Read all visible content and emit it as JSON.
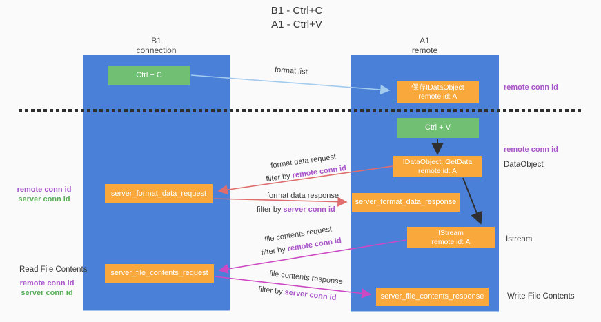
{
  "title": {
    "line1": "B1 - Ctrl+C",
    "line2": "A1 - Ctrl+V"
  },
  "lanes": {
    "left": {
      "header_line1": "B1",
      "header_line2": "connection"
    },
    "right": {
      "header_line1": "A1",
      "header_line2": "remote"
    }
  },
  "nodes": {
    "ctrl_c": {
      "label": "Ctrl + C"
    },
    "save_dataobject": {
      "line1": "保存IDataObject",
      "line2": "remote id: A"
    },
    "ctrl_v": {
      "label": "Ctrl + V"
    },
    "getdata": {
      "line1": "IDataObject::GetData",
      "line2": "remote id: A"
    },
    "format_request": {
      "label": "server_format_data_request"
    },
    "format_response": {
      "label": "server_format_data_response"
    },
    "istream": {
      "line1": "IStream",
      "line2": "remote id: A"
    },
    "file_request": {
      "label": "server_file_contents_request"
    },
    "file_response": {
      "label": "server_file_contents_response"
    }
  },
  "strings": {
    "filter_by": "filter by",
    "remote_conn_id": "remote conn id",
    "server_conn_id": "server conn id"
  },
  "flow_labels": {
    "format_list": "format list",
    "format_data_request": "format data request",
    "format_data_response": "format data response",
    "file_contents_request": "file contents request",
    "file_contents_response": "file contents response"
  },
  "side_labels": {
    "dataobject": "DataObject",
    "istream": "Istream",
    "read_file_contents": "Read File Contents",
    "write_file_contents": "Write File Contents"
  },
  "colors": {
    "background": "#fafafa",
    "lane_blue": "#4a80d8",
    "node_orange": "#f9a83c",
    "node_green": "#70bf73",
    "arrow_light_blue": "#a3cbee",
    "arrow_red": "#e06d6d",
    "arrow_magenta": "#cc49c3",
    "arrow_black": "#2f2f2f",
    "text_purple": "#a855c9",
    "text_green": "#58ae58"
  }
}
